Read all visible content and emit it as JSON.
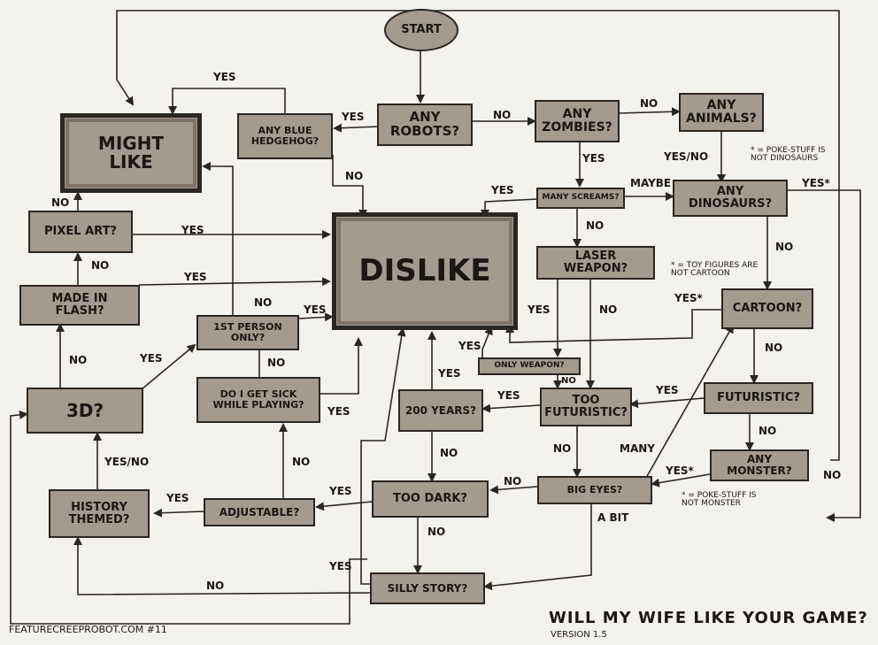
{
  "nodes": {
    "start": "START",
    "any_robots": "ANY\nROBOTS?",
    "any_blue_hedgehog": "ANY BLUE\nHEDGEHOG?",
    "might_like": "MIGHT\nLIKE",
    "any_zombies": "ANY\nZOMBIES?",
    "any_animals": "ANY\nANIMALS?",
    "many_screams": "MANY SCREAMS?",
    "any_dinosaurs": "ANY\nDINOSAURS?",
    "pixel_art": "PIXEL ART?",
    "dislike": "DISLIKE",
    "laser_weapon": "LASER WEAPON?",
    "made_in_flash": "MADE IN\nFLASH?",
    "first_person": "1ST PERSON\nONLY?",
    "cartoon": "CARTOON?",
    "only_weapon": "ONLY WEAPON?",
    "three_d": "3D?",
    "do_i_get_sick": "DO I GET SICK\nWHILE PLAYING?",
    "two_hundred_years": "200 YEARS?",
    "too_futuristic": "TOO\nFUTURISTIC?",
    "futuristic": "FUTURISTIC?",
    "any_monster": "ANY MONSTER?",
    "big_eyes": "BIG EYES?",
    "history_themed": "HISTORY\nTHEMED?",
    "adjustable": "ADJUSTABLE?",
    "too_dark": "TOO DARK?",
    "silly_story": "SILLY STORY?"
  },
  "labels": {
    "robots_yes": "YES",
    "robots_no": "NO",
    "hedgehog_yes": "YES",
    "hedgehog_no": "NO",
    "zombies_no": "NO",
    "zombies_yes": "YES",
    "animals_yesno": "YES/NO",
    "screams_yes": "YES",
    "screams_maybe": "MAYBE",
    "screams_no": "NO",
    "dino_yes": "YES*",
    "dino_no": "NO",
    "pixel_no": "NO",
    "pixel_yes": "YES",
    "flash_no": "NO",
    "flash_yes": "YES",
    "first_yes": "YES",
    "first_no": "NO",
    "laser_yes": "YES",
    "laser_no": "NO",
    "cartoon_yes": "YES*",
    "cartoon_no": "NO",
    "only_weapon_yes": "YES",
    "only_weapon_no": "NO",
    "three_d_no": "NO",
    "three_d_yes": "YES",
    "sick_no": "NO",
    "sick_yes": "YES",
    "years_yes": "YES",
    "years_no": "NO",
    "too_futuristic_yes": "YES",
    "too_futuristic_no": "NO",
    "futuristic_no": "NO",
    "monster_yes": "YES*",
    "monster_no": "NO",
    "big_eyes_many": "MANY",
    "big_eyes_no": "NO",
    "big_eyes_bit": "A BIT",
    "history_yesno": "YES/NO",
    "adjustable_yes": "YES",
    "adjustable_no": "NO",
    "too_dark_yes": "YES",
    "too_dark_no": "NO",
    "silly_yes": "YES",
    "silly_no": "NO"
  },
  "notes": {
    "dinosaurs_note": "* = POKE-STUFF IS\nNOT DINOSAURS",
    "toys_note": "* = TOY FIGURES ARE\nNOT CARTOON",
    "monster_note": "* = POKE-STUFF IS\nNOT MONSTER"
  },
  "footer": {
    "site": "FEATURECREEPROBOT.COM #11",
    "title": "WILL MY WIFE LIKE YOUR GAME?",
    "version": "VERSION 1.5"
  },
  "colors": {
    "box_fill": "#a39a90",
    "ink": "#2a2622",
    "paper": "#f4f2ec"
  }
}
